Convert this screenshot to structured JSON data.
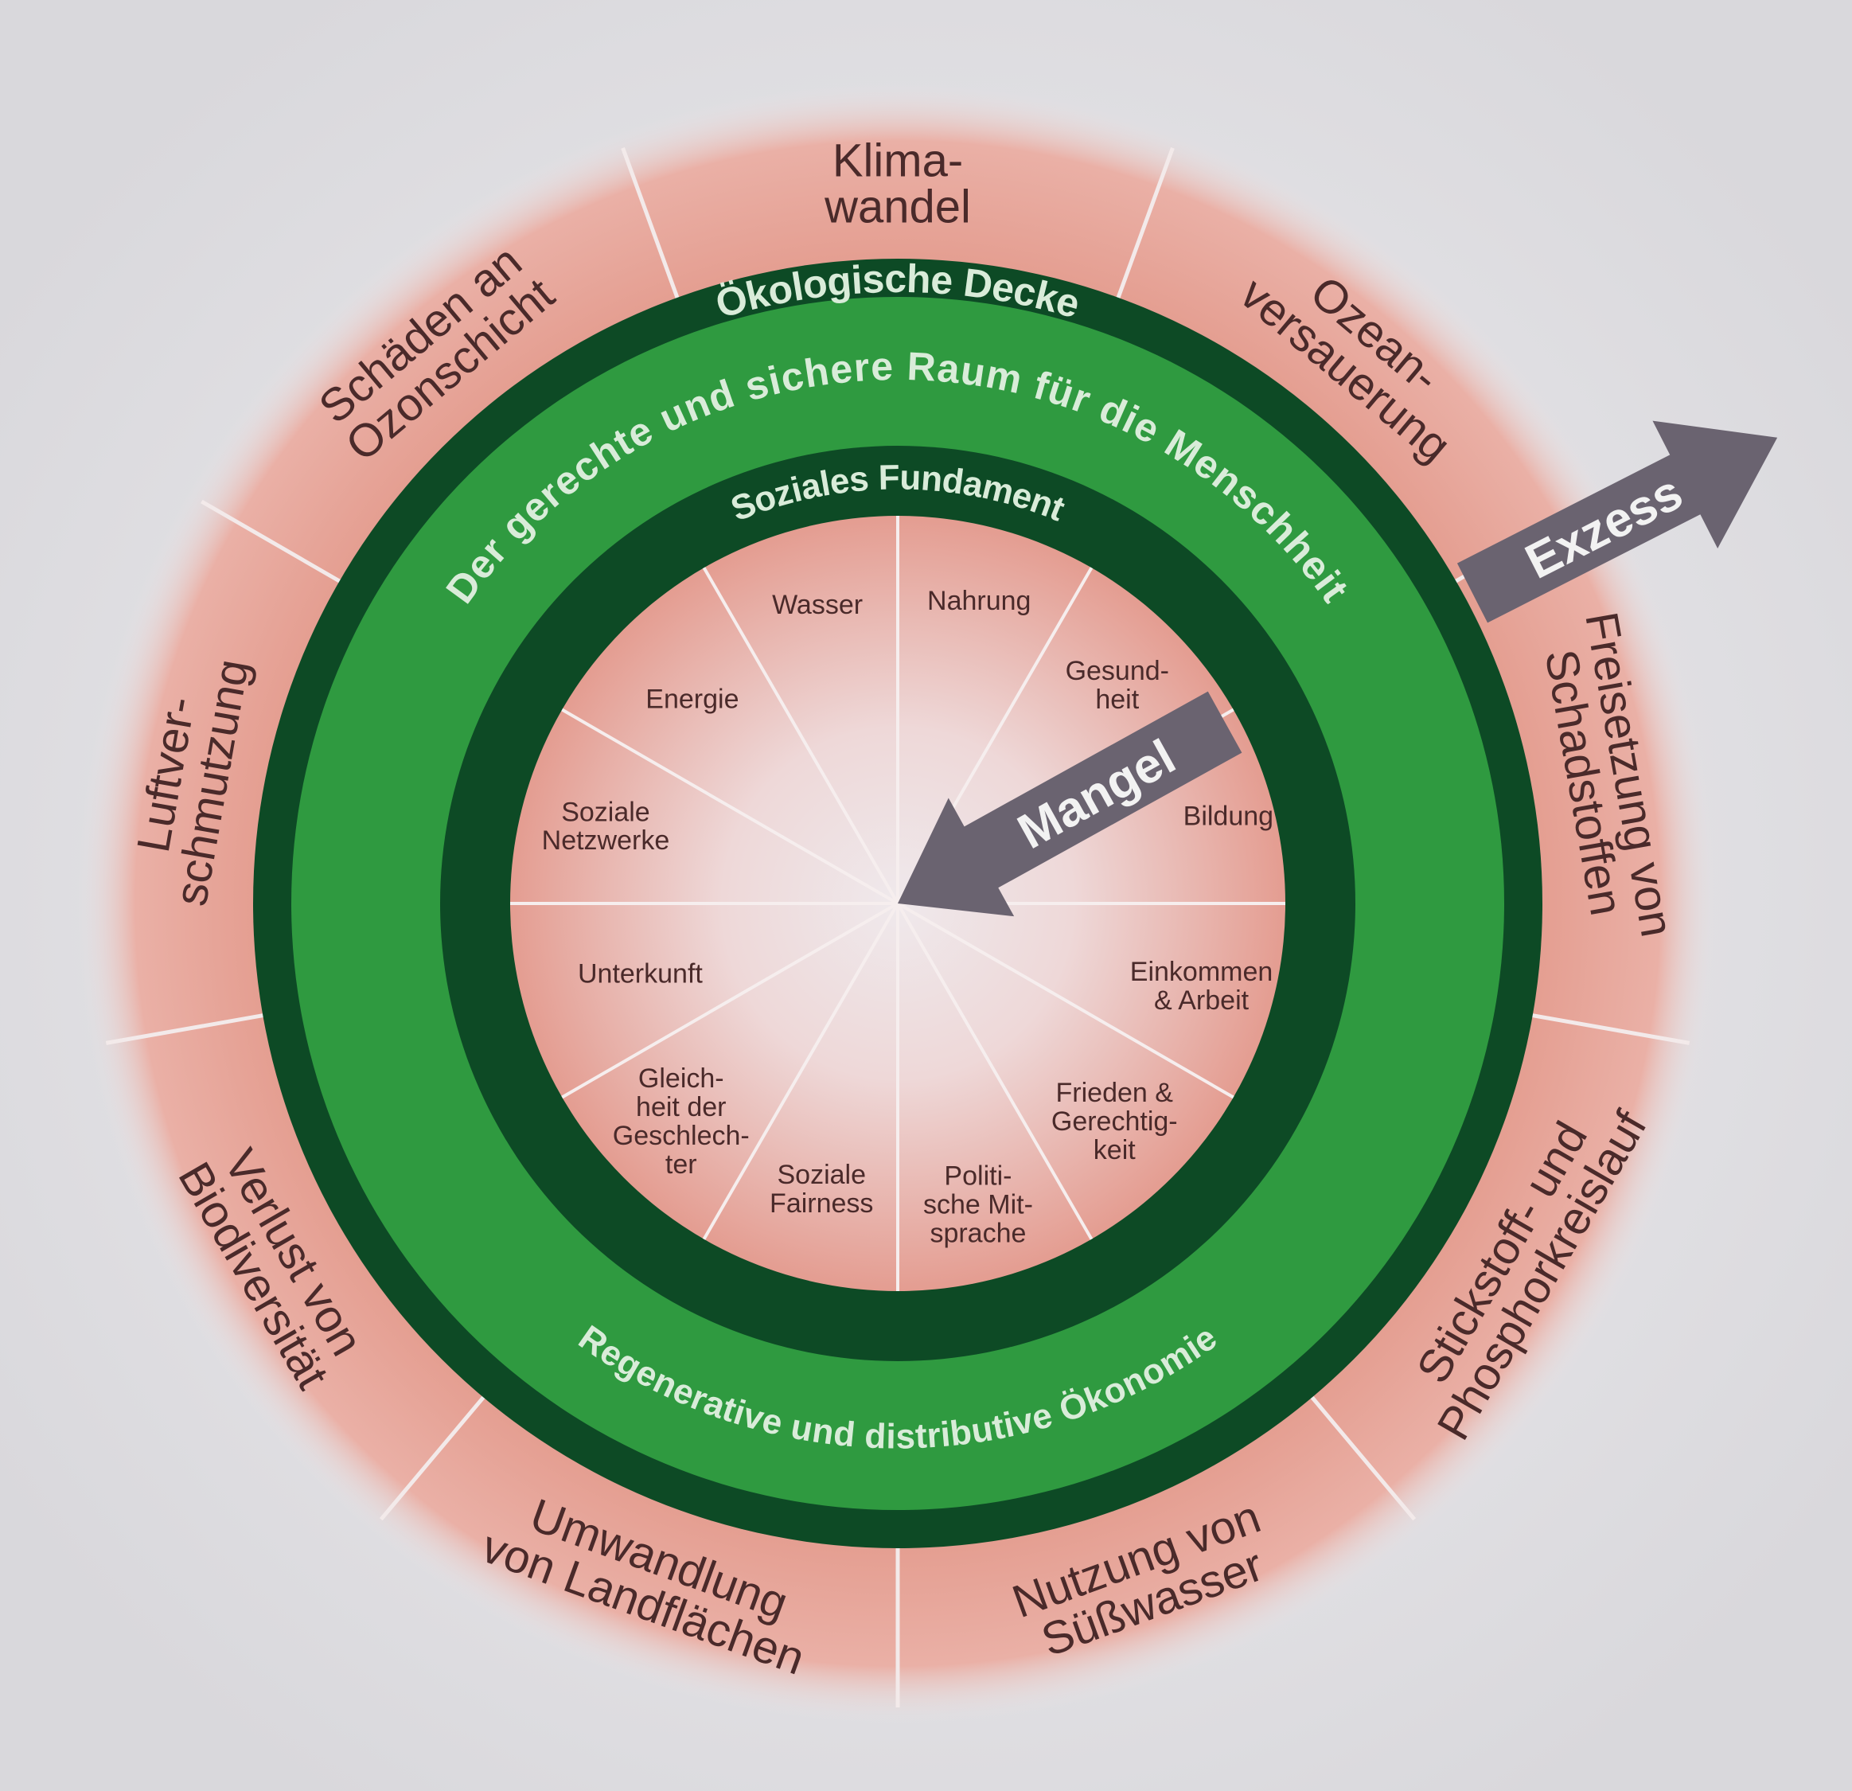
{
  "diagram": {
    "rings": {
      "ceiling": "Ökologische Decke",
      "safe_space": "Der gerechte und sichere Raum für die Menschheit",
      "foundation": "Soziales Fundament",
      "economy": "Regenerative und distributive Ökonomie"
    },
    "arrows": {
      "overshoot": "Exzess",
      "shortfall": "Mangel"
    },
    "ecological_boundaries": [
      {
        "lines": [
          "Klima-",
          "wandel"
        ]
      },
      {
        "lines": [
          "Ozean-",
          "versauerung"
        ]
      },
      {
        "lines": [
          "Freisetzung von",
          "Schadstoffen"
        ]
      },
      {
        "lines": [
          "Stickstoff- und",
          "Phosphorkreislauf"
        ]
      },
      {
        "lines": [
          "Nutzung von",
          "Süßwasser"
        ]
      },
      {
        "lines": [
          "Umwandlung",
          "von Landflächen"
        ]
      },
      {
        "lines": [
          "Verlust von",
          "Biodiversität"
        ]
      },
      {
        "lines": [
          "Luftver-",
          "schmutzung"
        ]
      },
      {
        "lines": [
          "Schäden an",
          "Ozonschicht"
        ]
      }
    ],
    "social_foundation": [
      {
        "lines": [
          "Nahrung"
        ]
      },
      {
        "lines": [
          "Gesund-",
          "heit"
        ]
      },
      {
        "lines": [
          "Bildung"
        ]
      },
      {
        "lines": [
          "Einkommen",
          "& Arbeit"
        ]
      },
      {
        "lines": [
          "Frieden &",
          "Gerechtig-",
          "keit"
        ]
      },
      {
        "lines": [
          "Politi-",
          "sche Mit-",
          "sprache"
        ]
      },
      {
        "lines": [
          "Soziale",
          "Fairness"
        ]
      },
      {
        "lines": [
          "Gleich-",
          "heit der",
          "Geschlech-",
          "ter"
        ]
      },
      {
        "lines": [
          "Unterkunft"
        ]
      },
      {
        "lines": [
          "Soziale",
          "Netzwerke"
        ]
      },
      {
        "lines": [
          "Energie"
        ]
      },
      {
        "lines": [
          "Wasser"
        ]
      }
    ],
    "colors": {
      "dark_green": "#0d4a25",
      "light_green": "#2f9a40",
      "pink": "#e6a195",
      "arrow": "#6a6370"
    }
  }
}
